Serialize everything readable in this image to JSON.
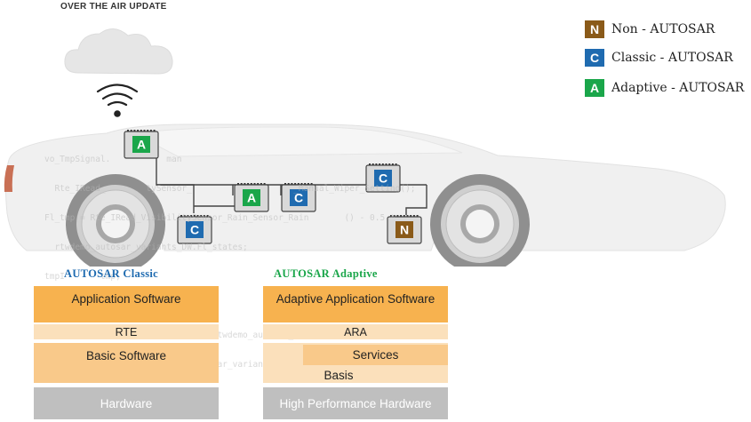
{
  "header": {
    "ota_title": "OVER THE AIR UPDATE"
  },
  "legend": [
    {
      "letter": "N",
      "label": "Non - AUTOSAR",
      "color": "#8a5a19"
    },
    {
      "letter": "C",
      "label": "Classic - AUTOSAR",
      "color": "#1f6bb0"
    },
    {
      "letter": "A",
      "label": "Adaptive - AUTOSAR",
      "color": "#1aa64a"
    }
  ],
  "code_lines": [
    "vo_TmpSignal.           man",
    "  Rte_IRead_        tySensor_                    _Manual_Wiper_Setting();",
    "Fl_tmp = Rte_IRead_VisibilitySensor_Rain_Sensor_Rain       () - 0.5 *",
    "  rtwdemo_autosar_variants_DW.Fl_states;",
    "tmpI       tmp;",
    "rt         variants_DW.",
    "if          ConversionAtmanual   rtwdemo_autosar_variant",
    "            manual = rtwdemo_autosar_variants"
  ],
  "ecus": {
    "roof": "A",
    "center_left": "A",
    "center_right": "C",
    "rear_top": "C",
    "front_bottom": "C",
    "rear_bottom": "N"
  },
  "classic": {
    "title": "AUTOSAR Classic",
    "title_color": "#1f6bb0",
    "layers": {
      "app": "Application Software",
      "rte": "RTE",
      "bsw": "Basic Software",
      "hw": "Hardware"
    }
  },
  "adaptive": {
    "title": "AUTOSAR  Adaptive",
    "title_color": "#1aa64a",
    "layers": {
      "app": "Adaptive Application Software",
      "ara": "ARA",
      "services": "Services",
      "basis": "Basis",
      "hw": "High Performance Hardware"
    }
  },
  "colors": {
    "app_orange": "#f7b24f",
    "light_orange": "#fbe0bb",
    "mid_orange": "#f9c98a",
    "hardware_gray": "#bfbfbf",
    "plus": "#6a9fd8"
  },
  "icons": {
    "cloud": "cloud-icon",
    "wifi": "wifi-signal-icon",
    "car": "car-silhouette-icon",
    "plus": "plus-icon",
    "ecu": "ecu-chip-icon"
  }
}
